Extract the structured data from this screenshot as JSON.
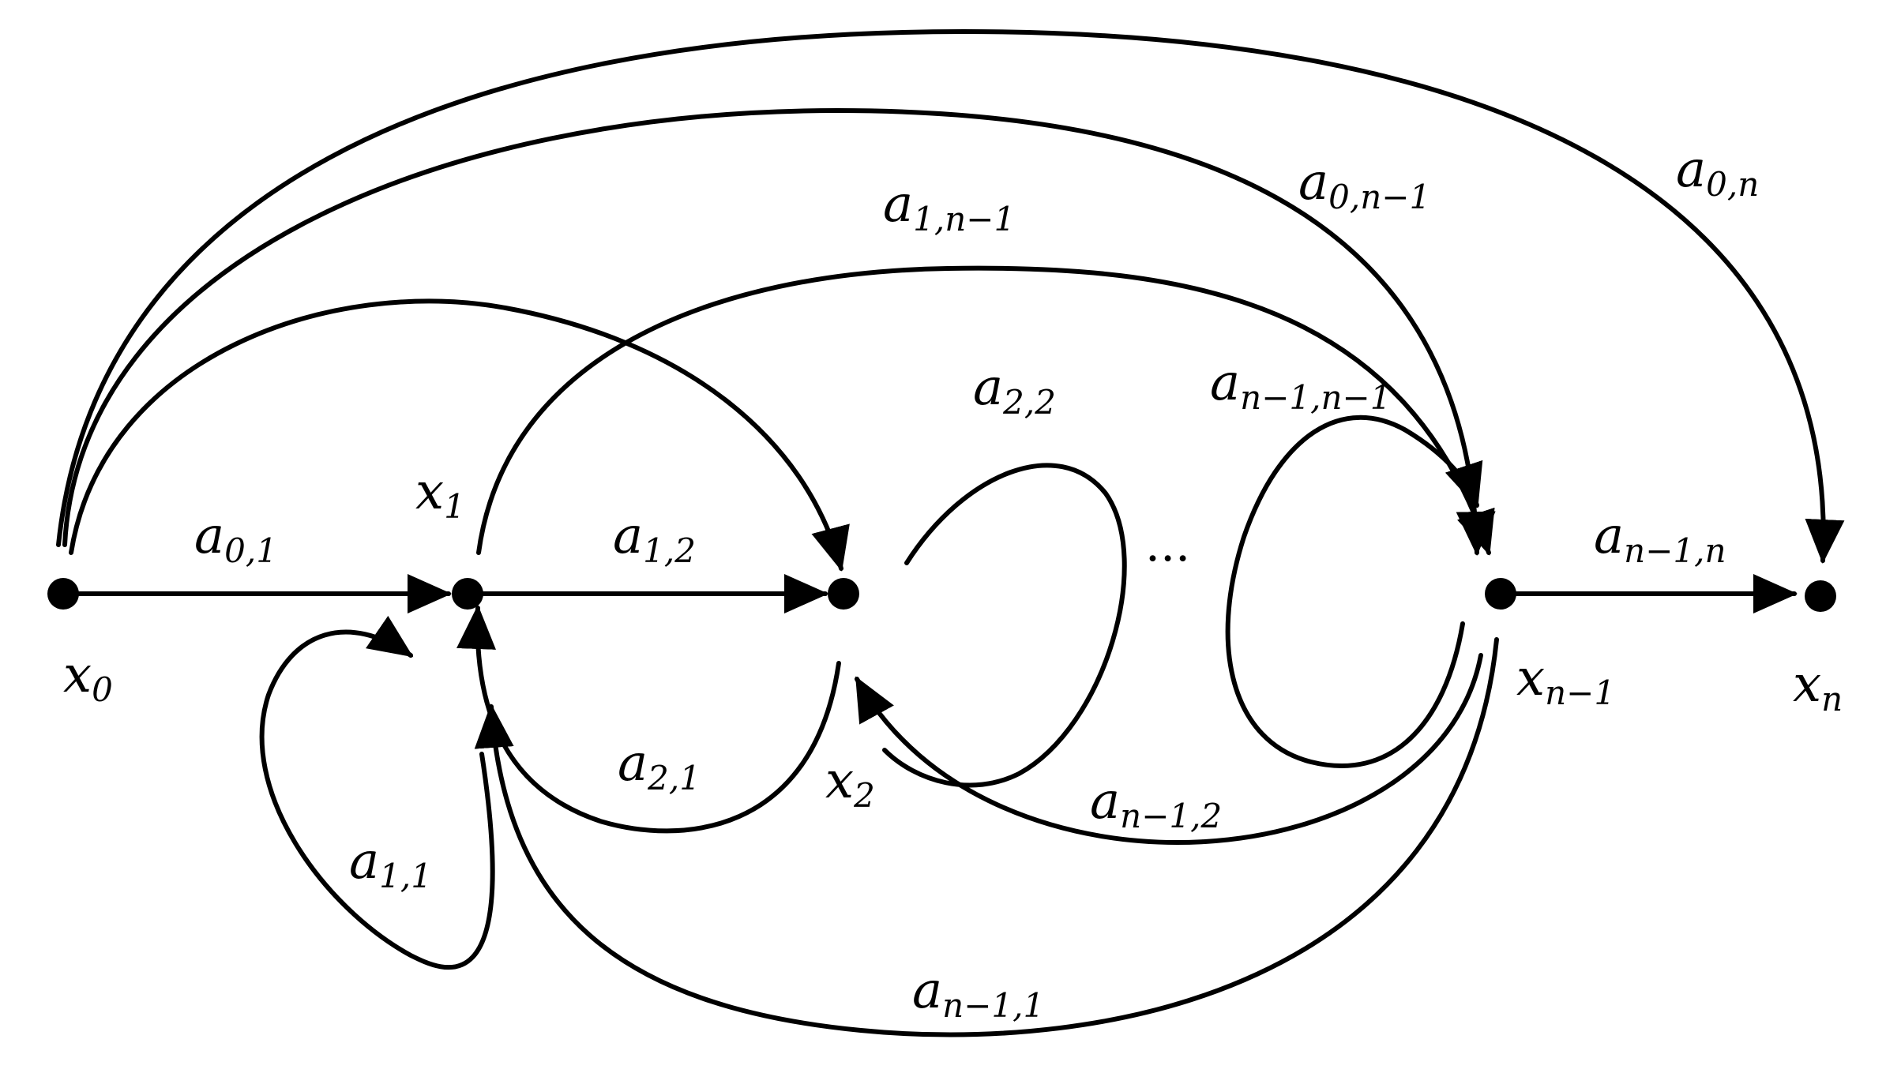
{
  "nodes": [
    {
      "id": "x0",
      "base": "x",
      "sub": "0"
    },
    {
      "id": "x1",
      "base": "x",
      "sub": "1"
    },
    {
      "id": "x2",
      "base": "x",
      "sub": "2"
    },
    {
      "id": "xn1",
      "base": "x",
      "sub": "n−1"
    },
    {
      "id": "xn",
      "base": "x",
      "sub": "n"
    }
  ],
  "edges": [
    {
      "id": "a01",
      "base": "a",
      "sub": "0,1"
    },
    {
      "id": "a12",
      "base": "a",
      "sub": "1,2"
    },
    {
      "id": "an1n",
      "base": "a",
      "sub": "n−1,n"
    },
    {
      "id": "a11",
      "base": "a",
      "sub": "1,1"
    },
    {
      "id": "a21",
      "base": "a",
      "sub": "2,1"
    },
    {
      "id": "a22",
      "base": "a",
      "sub": "2,2"
    },
    {
      "id": "an1n1",
      "base": "a",
      "sub": "n−1,n−1"
    },
    {
      "id": "an12",
      "base": "a",
      "sub": "n−1,2"
    },
    {
      "id": "an11",
      "base": "a",
      "sub": "n−1,1"
    },
    {
      "id": "a1n1",
      "base": "a",
      "sub": "1,n−1"
    },
    {
      "id": "a0n1",
      "base": "a",
      "sub": "0,n−1"
    },
    {
      "id": "a0n",
      "base": "a",
      "sub": "0,n"
    }
  ],
  "ellipsis": "···",
  "colors": {
    "stroke": "#000000",
    "background": "#ffffff"
  }
}
